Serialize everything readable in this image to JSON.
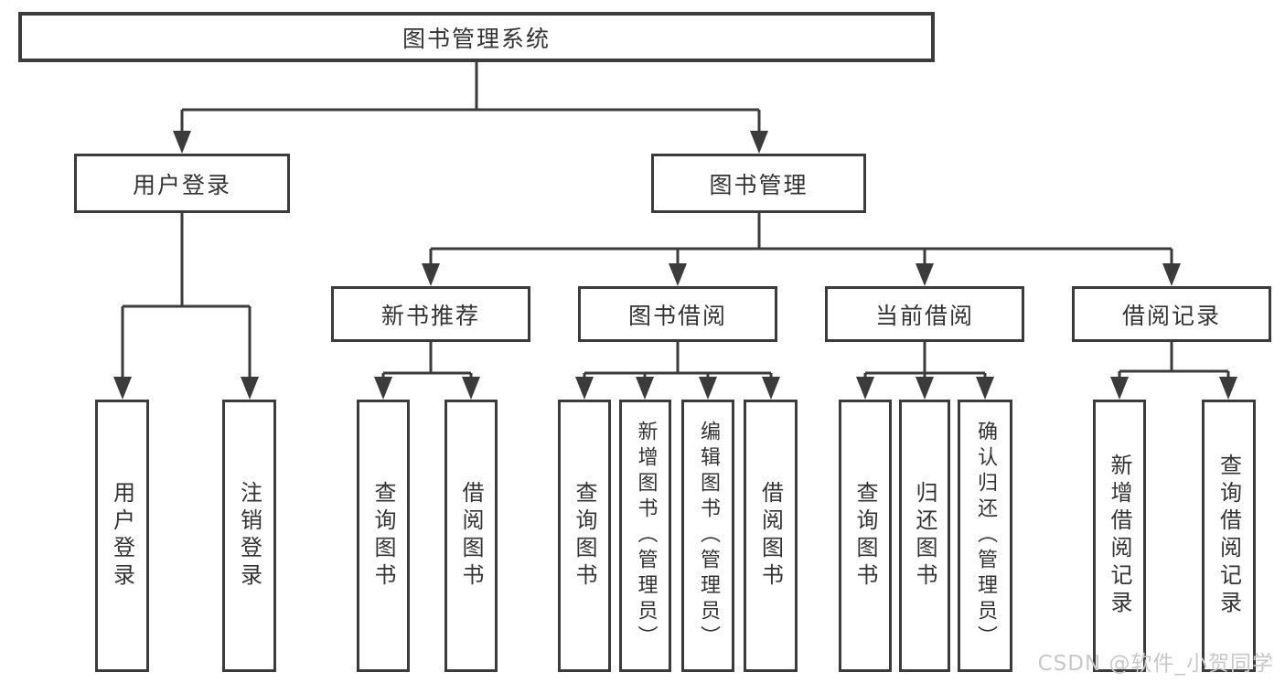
{
  "tree": {
    "root": "图书管理系统",
    "branch_user": {
      "label": "用户登录",
      "children": [
        "用户登录",
        "注销登录"
      ]
    },
    "branch_book": {
      "label": "图书管理",
      "children": [
        {
          "label": "新书推荐",
          "children": [
            "查询图书",
            "借阅图书"
          ]
        },
        {
          "label": "图书借阅",
          "children": [
            "查询图书",
            "新增图书（管理员）",
            "编辑图书（管理员）",
            "借阅图书"
          ]
        },
        {
          "label": "当前借阅",
          "children": [
            "查询图书",
            "归还图书",
            "确认归还（管理员）"
          ]
        },
        {
          "label": "借阅记录",
          "children": [
            "新增借阅记录",
            "查询借阅记录"
          ]
        }
      ]
    }
  },
  "watermark": "CSDN @软件_小贺同学",
  "colors": {
    "line": "#3b3b3b",
    "text": "#333333",
    "watermark": "#c8c8c8",
    "background": "#ffffff"
  }
}
